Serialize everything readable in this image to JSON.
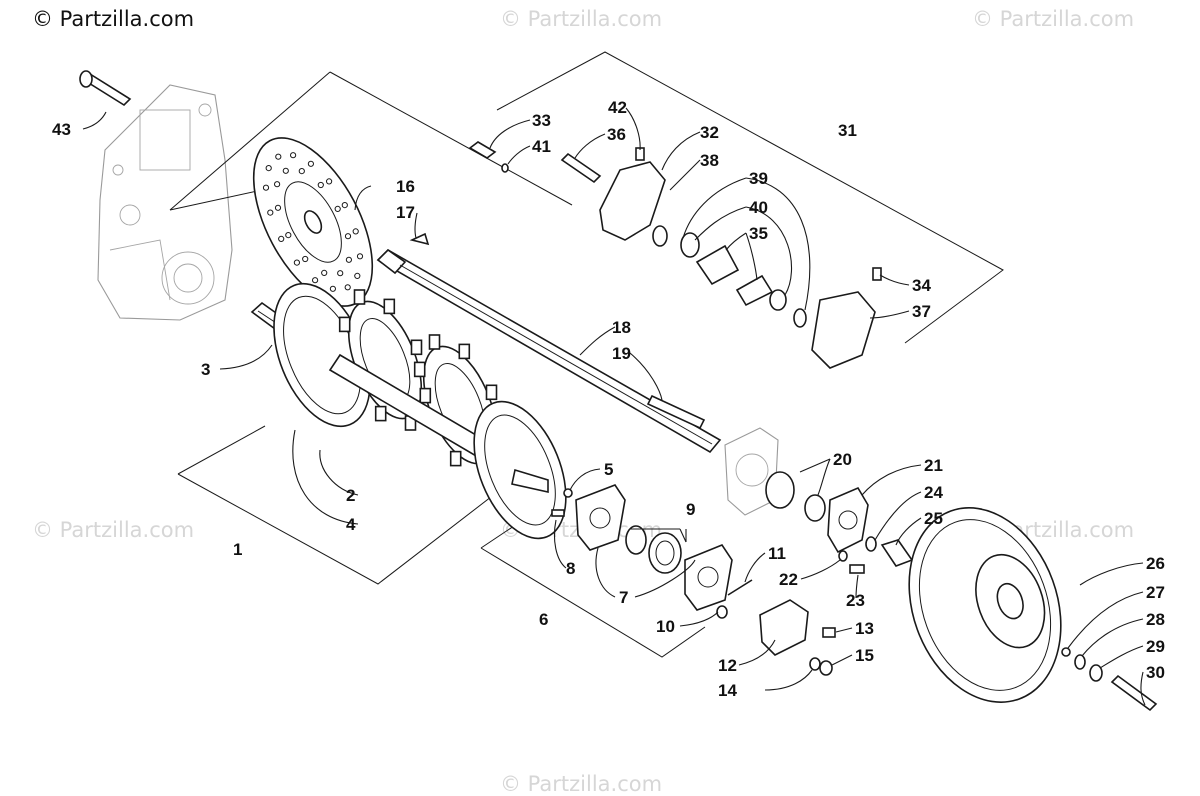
{
  "watermark": {
    "main": "© Partzilla.com",
    "faint": [
      "© Partzilla.com",
      "© Partzilla.com",
      "© Partzilla.com",
      "© Partzilla.com",
      "© Partzilla.com",
      "© Partzilla.com"
    ]
  },
  "callouts": [
    "1",
    "2",
    "3",
    "4",
    "5",
    "6",
    "7",
    "8",
    "9",
    "10",
    "11",
    "12",
    "13",
    "14",
    "15",
    "16",
    "17",
    "18",
    "19",
    "20",
    "21",
    "22",
    "23",
    "24",
    "25",
    "26",
    "27",
    "28",
    "29",
    "30",
    "31",
    "32",
    "33",
    "34",
    "35",
    "36",
    "37",
    "38",
    "39",
    "40",
    "41",
    "42",
    "43"
  ],
  "colors": {
    "line": "#1a1a1a",
    "ghost": "#9a9a9a",
    "watermark": "#d6d6d6"
  }
}
